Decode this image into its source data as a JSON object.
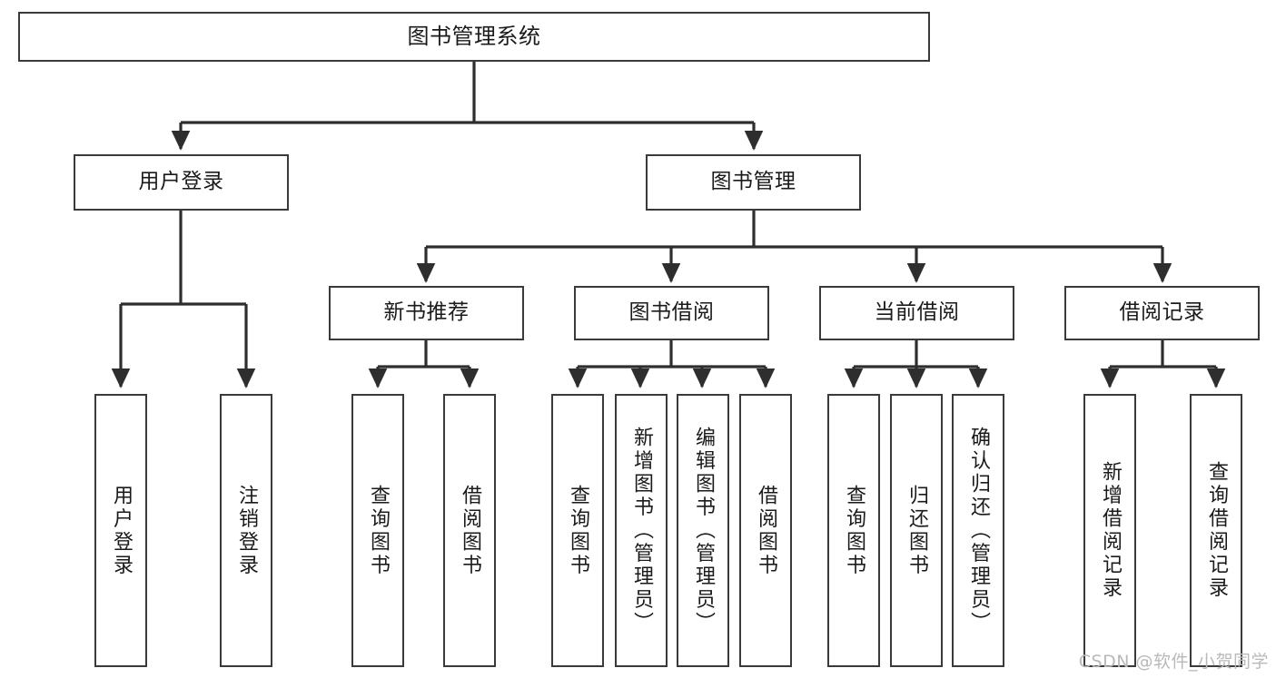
{
  "diagram": {
    "title": "图书管理系统",
    "type": "tree-hierarchy-diagram",
    "watermark": "CSDN @软件_小贺同学",
    "colors": {
      "box_border": "#3a3a3a",
      "box_fill": "#ffffff",
      "connector": "#2e2e2e",
      "text": "#1a1a1a",
      "watermark": "#b9b9b9",
      "background": "#ffffff"
    },
    "root": {
      "label": "图书管理系统"
    },
    "level2": [
      {
        "label": "用户登录"
      },
      {
        "label": "图书管理"
      }
    ],
    "level3": [
      {
        "label": "新书推荐"
      },
      {
        "label": "图书借阅"
      },
      {
        "label": "当前借阅"
      },
      {
        "label": "借阅记录"
      }
    ],
    "leaves": {
      "user_login": [
        {
          "label": "用户登录"
        },
        {
          "label": "注销登录"
        }
      ],
      "new_book_recommend": [
        {
          "label": "查询图书"
        },
        {
          "label": "借阅图书"
        }
      ],
      "book_borrow": [
        {
          "label": "查询图书"
        },
        {
          "label": "新增图书（管理员）"
        },
        {
          "label": "编辑图书（管理员）"
        },
        {
          "label": "借阅图书"
        }
      ],
      "current_borrow": [
        {
          "label": "查询图书"
        },
        {
          "label": "归还图书"
        },
        {
          "label": "确认归还（管理员）"
        }
      ],
      "borrow_record": [
        {
          "label": "新增借阅记录"
        },
        {
          "label": "查询借阅记录"
        }
      ]
    }
  }
}
